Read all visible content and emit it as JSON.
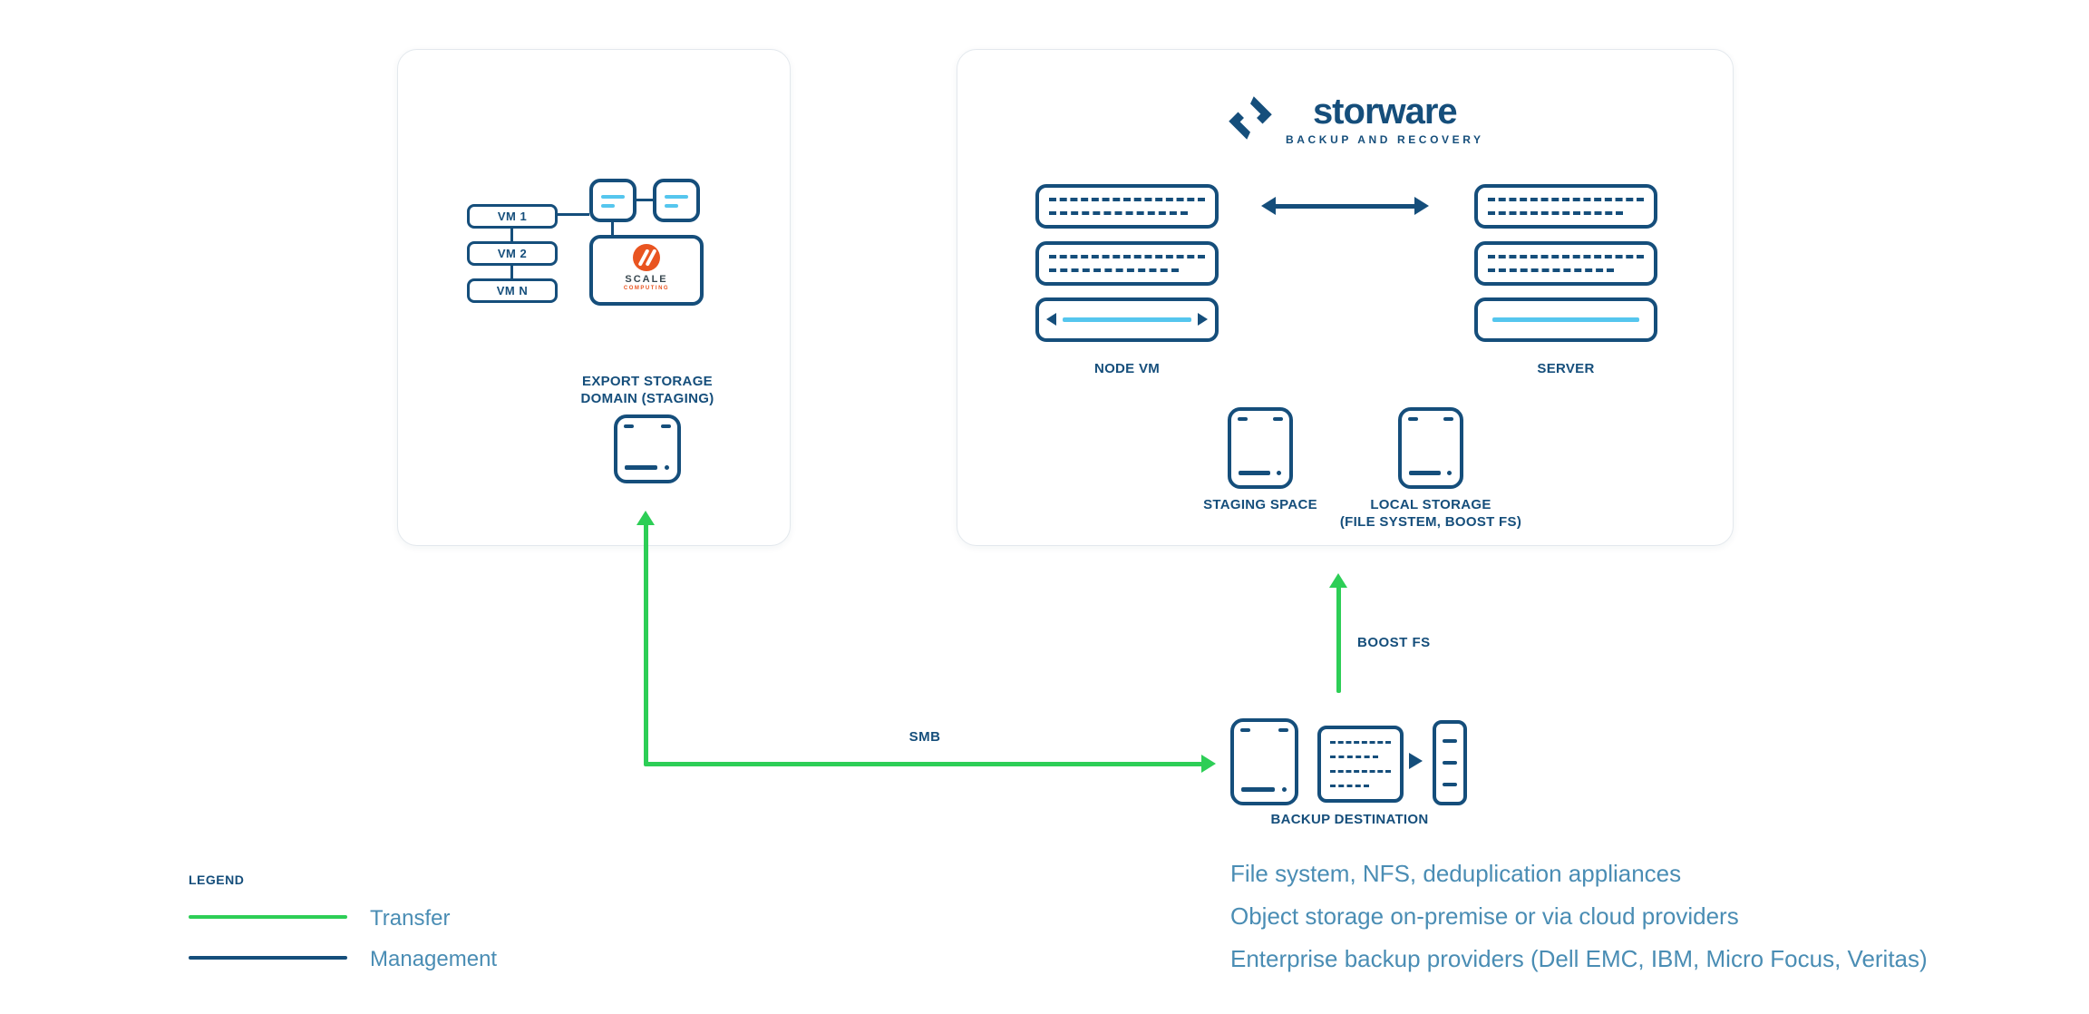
{
  "colors": {
    "navy": "#154E7B",
    "cyan": "#55C6EE",
    "green": "#2DCE56",
    "note_blue": "#4A8DB4",
    "scale_orange": "#E95420"
  },
  "left_panel": {
    "vms": [
      "VM 1",
      "VM 2",
      "VM N"
    ],
    "scale": {
      "name": "SCALE",
      "subtitle": "COMPUTING"
    },
    "export_label": [
      "EXPORT STORAGE",
      "DOMAIN (STAGING)"
    ]
  },
  "right_panel": {
    "brand": {
      "name": "storware",
      "tagline": "BACKUP AND RECOVERY"
    },
    "node_vm": "NODE VM",
    "server": "SERVER",
    "staging": "STAGING SPACE",
    "local_storage": [
      "LOCAL STORAGE",
      "(FILE SYSTEM, BOOST FS)"
    ]
  },
  "flows": {
    "smb": "SMB",
    "boost": "BOOST FS"
  },
  "backup_destination": {
    "label": "BACKUP DESTINATION"
  },
  "legend": {
    "title": "LEGEND",
    "items": [
      {
        "label": "Transfer",
        "color": "#2DCE56"
      },
      {
        "label": "Management",
        "color": "#154E7B"
      }
    ]
  },
  "notes": [
    "File system, NFS, deduplication appliances",
    "Object storage on-premise or via cloud providers",
    "Enterprise backup providers (Dell EMC, IBM, Micro Focus, Veritas)"
  ]
}
